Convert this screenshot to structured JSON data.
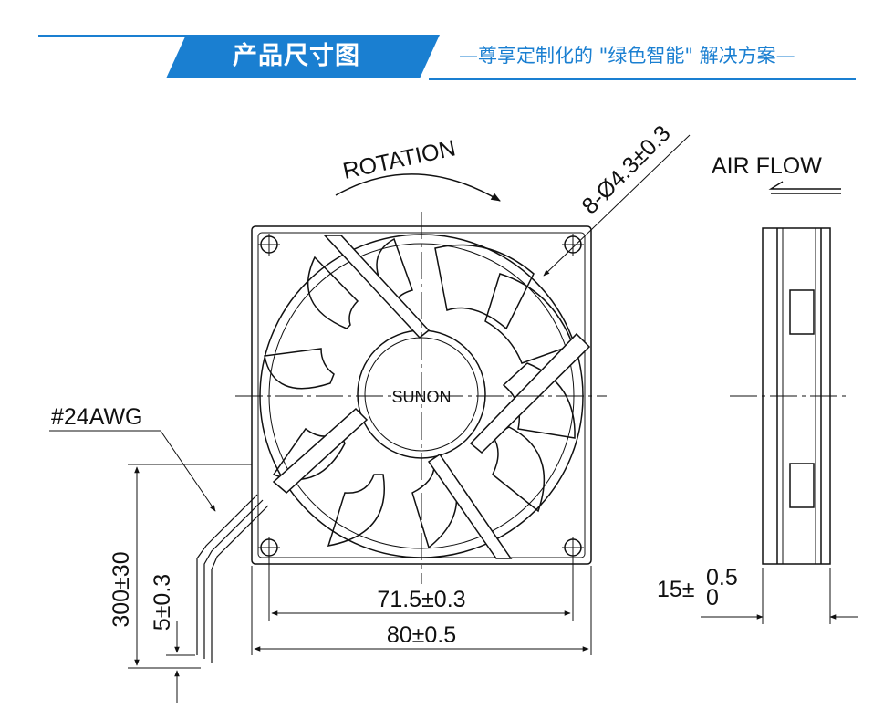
{
  "header": {
    "title": "产品尺寸图",
    "subtitle": "—尊享定制化的 \"绿色智能\" 解决方案—",
    "accent_color": "#1a7fd1"
  },
  "drawing": {
    "rotation_label": "ROTATION",
    "hole_spec": "8-Ø4.3±0.3",
    "airflow_label": "AIR FLOW",
    "brand_label": "SUNON",
    "wire_gauge": "#24AWG",
    "lead_length": "300±30",
    "strip_length": "5±0.3",
    "hole_spacing": "71.5±0.3",
    "frame_size": "80±0.5",
    "thickness_nominal": "15±",
    "thickness_upper": "0.5",
    "thickness_lower": "0"
  }
}
